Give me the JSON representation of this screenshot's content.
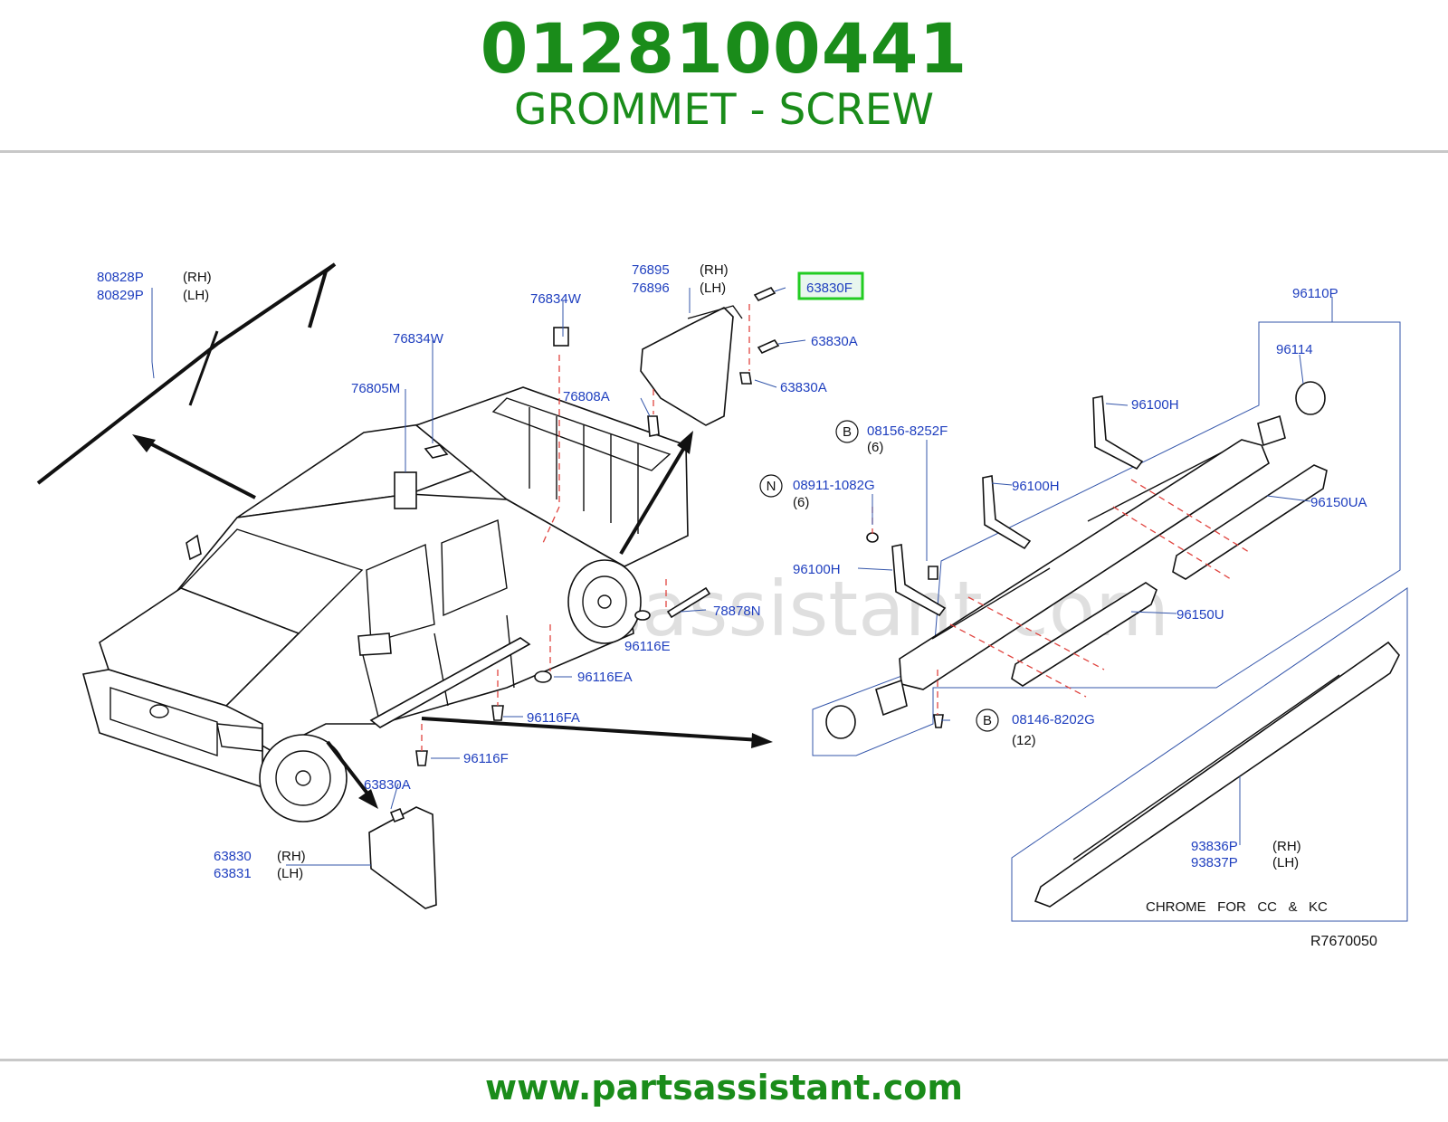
{
  "header": {
    "part_number": "0128100441",
    "part_name": "GROMMET - SCREW"
  },
  "footer": {
    "website": "www.partsassistant.com"
  },
  "diagram": {
    "watermark": "www.partsassistant.com",
    "reference_code": "R7670050",
    "highlight_color": "#22cc22",
    "label_color": "#1f3fbf",
    "callouts": {
      "c80828P": "80828P",
      "c80829P": "80829P",
      "c76834W_a": "76834W",
      "c76834W_b": "76834W",
      "c76805M": "76805M",
      "c76808A": "76808A",
      "c76895": "76895",
      "c76896": "76896",
      "c63830F": "63830F",
      "c63830A_a": "63830A",
      "c63830A_b": "63830A",
      "c63830A_c": "63830A",
      "c96110P": "96110P",
      "c96114": "96114",
      "c96100H_a": "96100H",
      "c96100H_b": "96100H",
      "c96100H_c": "96100H",
      "c08156": "08156-8252F",
      "c08911": "08911-1082G",
      "c08146": "08146-8202G",
      "c96150UA": "96150UA",
      "c96150U": "96150U",
      "c78878N": "78878N",
      "c96116E": "96116E",
      "c96116EA": "96116EA",
      "c96116FA": "96116FA",
      "c96116F": "96116F",
      "c63830": "63830",
      "c63831": "63831",
      "c93836P": "93836P",
      "c93837P": "93837P"
    },
    "side_tags": {
      "rh_80828": "(RH)",
      "lh_80829": "(LH)",
      "rh_76895": "(RH)",
      "lh_76896": "(LH)",
      "rh_63830": "(RH)",
      "lh_63831": "(LH)",
      "rh_93836": "(RH)",
      "lh_93837": "(LH)"
    },
    "quantities": {
      "q08156": "(6)",
      "q08911": "(6)",
      "q08146": "(12)"
    },
    "badges": {
      "b08156": "B",
      "b08911": "N",
      "b08146": "B"
    },
    "note": "CHROME   FOR   CC   &   KC"
  }
}
